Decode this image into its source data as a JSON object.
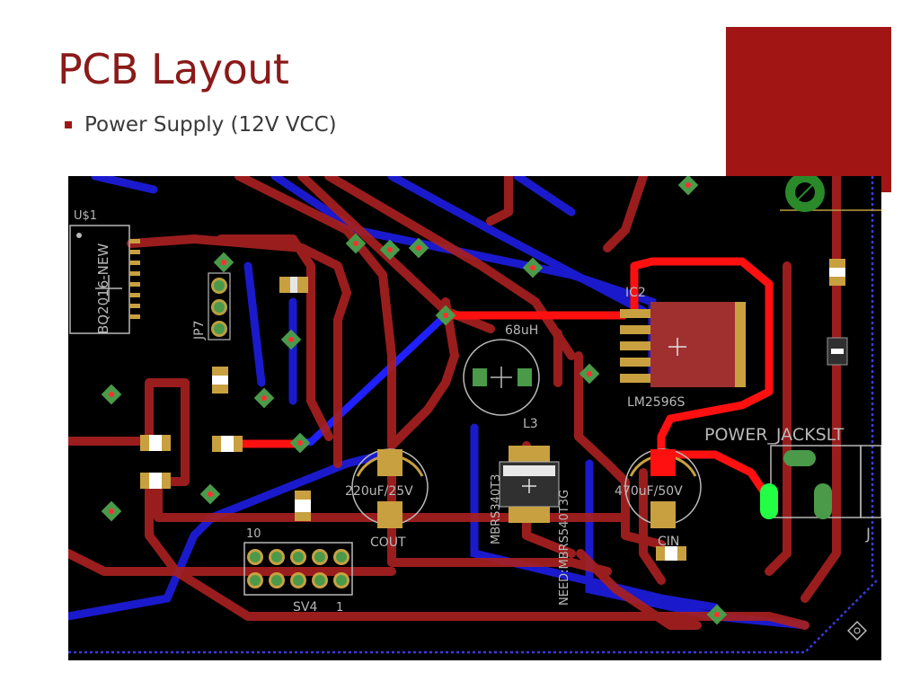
{
  "slide": {
    "title": "PCB Layout",
    "bullet": "Power Supply (12V VCC)",
    "accent_color": "#a11515",
    "title_color": "#8b1a1a"
  },
  "pcb": {
    "labels": {
      "u1": "U$1",
      "ic": "BQ2016-NEW",
      "jp7": "JP7",
      "inductor_val": "68uH",
      "l3": "L3",
      "ic2": "IC2",
      "ic2_part": "LM2596S",
      "cout_val": "220uF/25V",
      "cout": "COUT",
      "mbrs": "MBRS340T3",
      "need": "NEED:MBRS540T3G",
      "cin_val": "470uF/50V",
      "cin": "CIN",
      "power_jack": "POWER_JACKSLT",
      "j": "J",
      "sv4_pin": "10",
      "sv4": "SV4",
      "sv4_pin1": "1"
    },
    "colors": {
      "top_copper": "#b22222",
      "bottom_copper": "#1a1acc",
      "pad": "#c8a040",
      "via": "#4a9a4a",
      "silkscreen": "#b8b8b8",
      "highlight_trace": "#ff1010"
    }
  }
}
